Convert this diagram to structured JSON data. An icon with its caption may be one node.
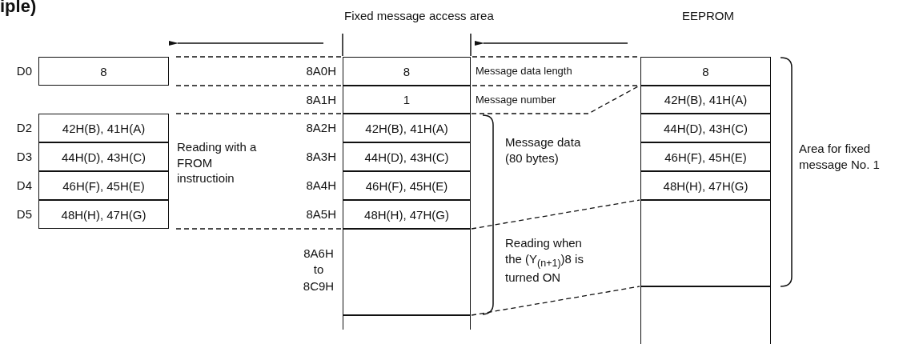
{
  "diagram": {
    "nodes": [
      {
        "text": [
          "8"
        ],
        "beside": [
          "D0"
        ]
      },
      {
        "text": [
          "42H(B), 41H(A)"
        ],
        "beside": [
          "D2"
        ]
      },
      {
        "text": [
          "44H(D), 43H(C)"
        ],
        "beside": [
          "D3"
        ]
      },
      {
        "text": [
          "46H(F), 45H(E)"
        ],
        "beside": [
          "D4"
        ]
      },
      {
        "text": [
          "48H(H), 47H(G)"
        ],
        "beside": [
          "D5"
        ]
      },
      {
        "text": [
          "8"
        ],
        "beside": [
          "8A0H"
        ]
      },
      {
        "text": [
          "1"
        ],
        "beside": [
          "8A1H"
        ]
      },
      {
        "text": [
          "42H(B), 41H(A)"
        ],
        "beside": [
          "8A2H"
        ]
      },
      {
        "text": [
          "44H(D), 43H(C)"
        ],
        "beside": [
          "8A3H"
        ]
      },
      {
        "text": [
          "46H(F), 45H(E)"
        ],
        "beside": [
          "8A4H"
        ]
      },
      {
        "text": [
          "48H(H), 47H(G)"
        ],
        "beside": [
          "8A5H"
        ]
      },
      {
        "text": [],
        "shape": "box",
        "beside": [
          "8A6H to 8C9H"
        ]
      },
      {
        "text": [],
        "shape": "box"
      },
      {
        "text": [
          "8"
        ]
      },
      {
        "text": [
          "42H(B), 41H(A)"
        ]
      },
      {
        "text": [
          "44H(D), 43H(C)"
        ]
      },
      {
        "text": [
          "46H(F), 45H(E)"
        ]
      },
      {
        "text": [
          "48H(H), 47H(G)"
        ]
      },
      {
        "text": [],
        "shape": "box"
      },
      {
        "text": [],
        "shape": "box"
      }
    ],
    "edges": [
      {
        "from": 6,
        "to": 14,
        "arrow": "none",
        "style": "dashed"
      },
      {
        "from": 10,
        "to": 17,
        "arrow": "none",
        "style": "dashed"
      },
      {
        "from": 11,
        "to": 18,
        "arrow": "none",
        "style": "dashed"
      }
    ],
    "labels": [
      "iple)",
      "Fixed message access area",
      "EEPROM",
      "Reading with a FROM instructioin",
      "Message data length",
      "Message number",
      "Message data (80 bytes)",
      "Reading when the (Y$_{(n+1)}$)8 is turned ON",
      "Area for fixed message No. 1"
    ]
  }
}
